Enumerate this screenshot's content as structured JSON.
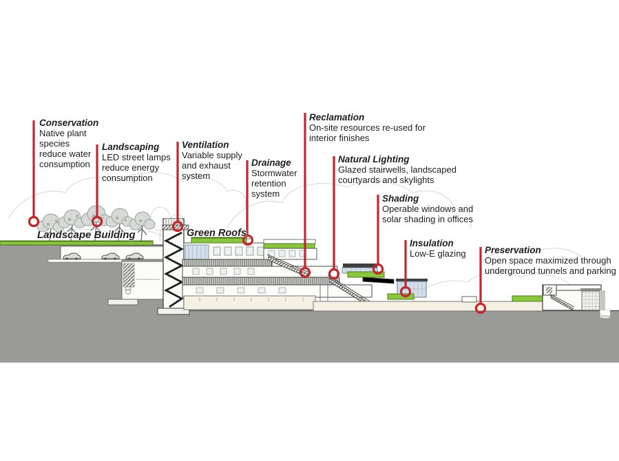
{
  "figure": {
    "type": "architectural-section-sustainability-diagram"
  },
  "colors": {
    "accent_red": "#c1272d",
    "green": "#8bc53f",
    "green_dark": "#4e7d18",
    "ground_gray": "#9a9a98",
    "glazing_blue": "#d3e0ea",
    "basement_cream": "#f4f1e4",
    "text": "#1d1d1d"
  },
  "callouts": [
    {
      "id": "conservation",
      "title": "Conservation",
      "desc": "Native plant\nspecies\nreduce water\nconsumption"
    },
    {
      "id": "landscaping",
      "title": "Landscaping",
      "desc": "LED street lamps\nreduce energy\nconsumption"
    },
    {
      "id": "ventilation",
      "title": "Ventilation",
      "desc": "Variable supply\nand exhaust\nsystem"
    },
    {
      "id": "drainage",
      "title": "Drainage",
      "desc": "Stormwater\nretention\nsystem"
    },
    {
      "id": "reclamation",
      "title": "Reclamation",
      "desc": "On-site resources re-used for\ninterior finishes"
    },
    {
      "id": "natural-lighting",
      "title": "Natural Lighting",
      "desc": "Glazed stairwells, landscaped\ncourtyards and skylights"
    },
    {
      "id": "shading",
      "title": "Shading",
      "desc": "Operable windows and\nsolar shading in offices"
    },
    {
      "id": "insulation",
      "title": "Insulation",
      "desc": "Low-E glazing"
    },
    {
      "id": "preservation",
      "title": "Preservation",
      "desc": "Open space maximized through\nunderground tunnels and parking"
    }
  ],
  "drawing_labels": {
    "landscape_building": "Landscape Building",
    "green_roofs": "Green Roofs"
  }
}
